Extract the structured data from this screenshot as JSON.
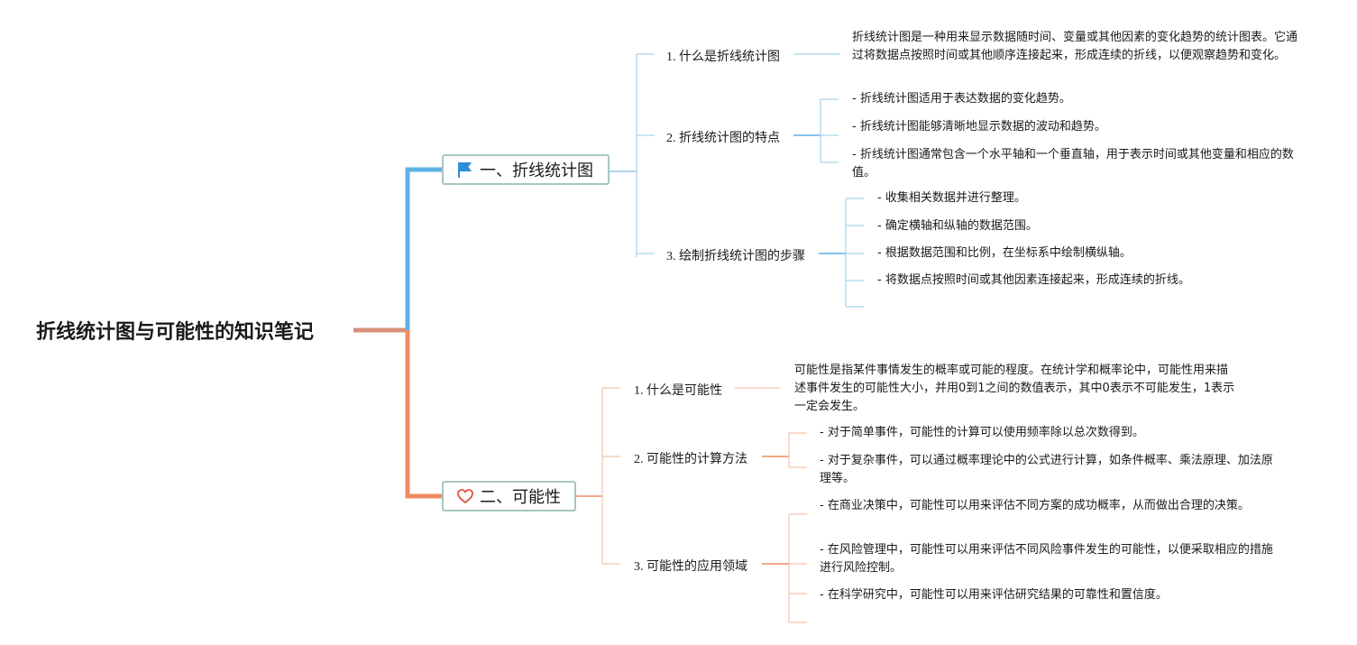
{
  "title": "折线统计图与可能性的知识笔记",
  "colors": {
    "blue": "#5eb1e6",
    "orange": "#ee8b64",
    "blue_light": "#a7d3ea",
    "orange_light": "#f3c3ac"
  },
  "branch1": {
    "icon": "flag-icon",
    "label": "一、折线统计图",
    "topics": [
      {
        "label": "1. 什么是折线统计图",
        "items": [
          "折线统计图是一种用来显示数据随时间、变量或其他因素的变化趋势的统计图表。它通过将数据点按照时间或其他顺序连接起来，形成连续的折线，以便观察趋势和变化。"
        ]
      },
      {
        "label": "2. 折线统计图的特点",
        "items": [
          "- 折线统计图适用于表达数据的变化趋势。",
          "- 折线统计图能够清晰地显示数据的波动和趋势。",
          "- 折线统计图通常包含一个水平轴和一个垂直轴，用于表示时间或其他变量和相应的数值。"
        ]
      },
      {
        "label": "3. 绘制折线统计图的步骤",
        "items": [
          "- 收集相关数据并进行整理。",
          "- 确定横轴和纵轴的数据范围。",
          "- 根据数据范围和比例，在坐标系中绘制横纵轴。",
          "- 将数据点按照时间或其他因素连接起来，形成连续的折线。"
        ]
      }
    ]
  },
  "branch2": {
    "icon": "heart-icon",
    "label": "二、可能性",
    "topics": [
      {
        "label": "1. 什么是可能性",
        "items": [
          "可能性是指某件事情发生的概率或可能的程度。在统计学和概率论中，可能性用来描述事件发生的可能性大小，并用0到1之间的数值表示，其中0表示不可能发生，1表示一定会发生。"
        ]
      },
      {
        "label": "2. 可能性的计算方法",
        "items": [
          "- 对于简单事件，可能性的计算可以使用频率除以总次数得到。",
          "- 对于复杂事件，可以通过概率理论中的公式进行计算，如条件概率、乘法原理、加法原理等。"
        ]
      },
      {
        "label": "3. 可能性的应用领域",
        "items": [
          "- 在商业决策中，可能性可以用来评估不同方案的成功概率，从而做出合理的决策。",
          "- 在风险管理中，可能性可以用来评估不同风险事件发生的可能性，以便采取相应的措施进行风险控制。",
          "- 在科学研究中，可能性可以用来评估研究结果的可靠性和置信度。"
        ]
      }
    ]
  }
}
